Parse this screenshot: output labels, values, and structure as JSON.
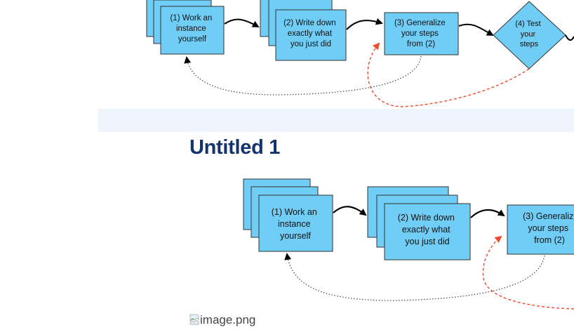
{
  "page": {
    "title": "Untitled 1"
  },
  "diagram_top": {
    "steps": [
      [
        "(1) Work an",
        "instance",
        "yourself"
      ],
      [
        "(2) Write down",
        "exactly what",
        "you just did"
      ],
      [
        "(3) Generalize",
        "your steps",
        "from (2)"
      ],
      [
        "(4) Test",
        "your",
        "steps"
      ]
    ]
  },
  "diagram_bottom": {
    "steps": [
      [
        "(1) Work an",
        "instance",
        "yourself"
      ],
      [
        "(2) Write down",
        "exactly what",
        "you just did"
      ],
      [
        "(3) Generaliz",
        "your steps",
        "from (2)"
      ]
    ]
  },
  "image_placeholder": {
    "alt": "image.png"
  },
  "colors": {
    "box_fill": "#70cdf5",
    "title": "#15336b",
    "dashed_red": "#f04a2a"
  }
}
